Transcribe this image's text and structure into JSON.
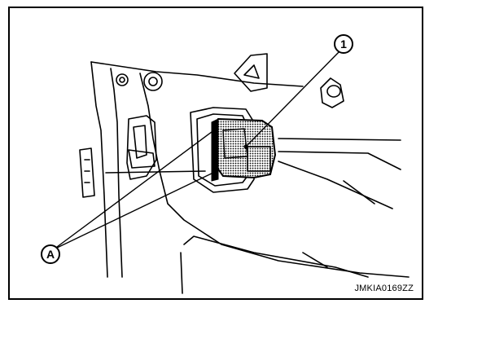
{
  "figure": {
    "callouts": {
      "one": "1",
      "a": "A"
    },
    "code": "JMKIA0169ZZ"
  }
}
